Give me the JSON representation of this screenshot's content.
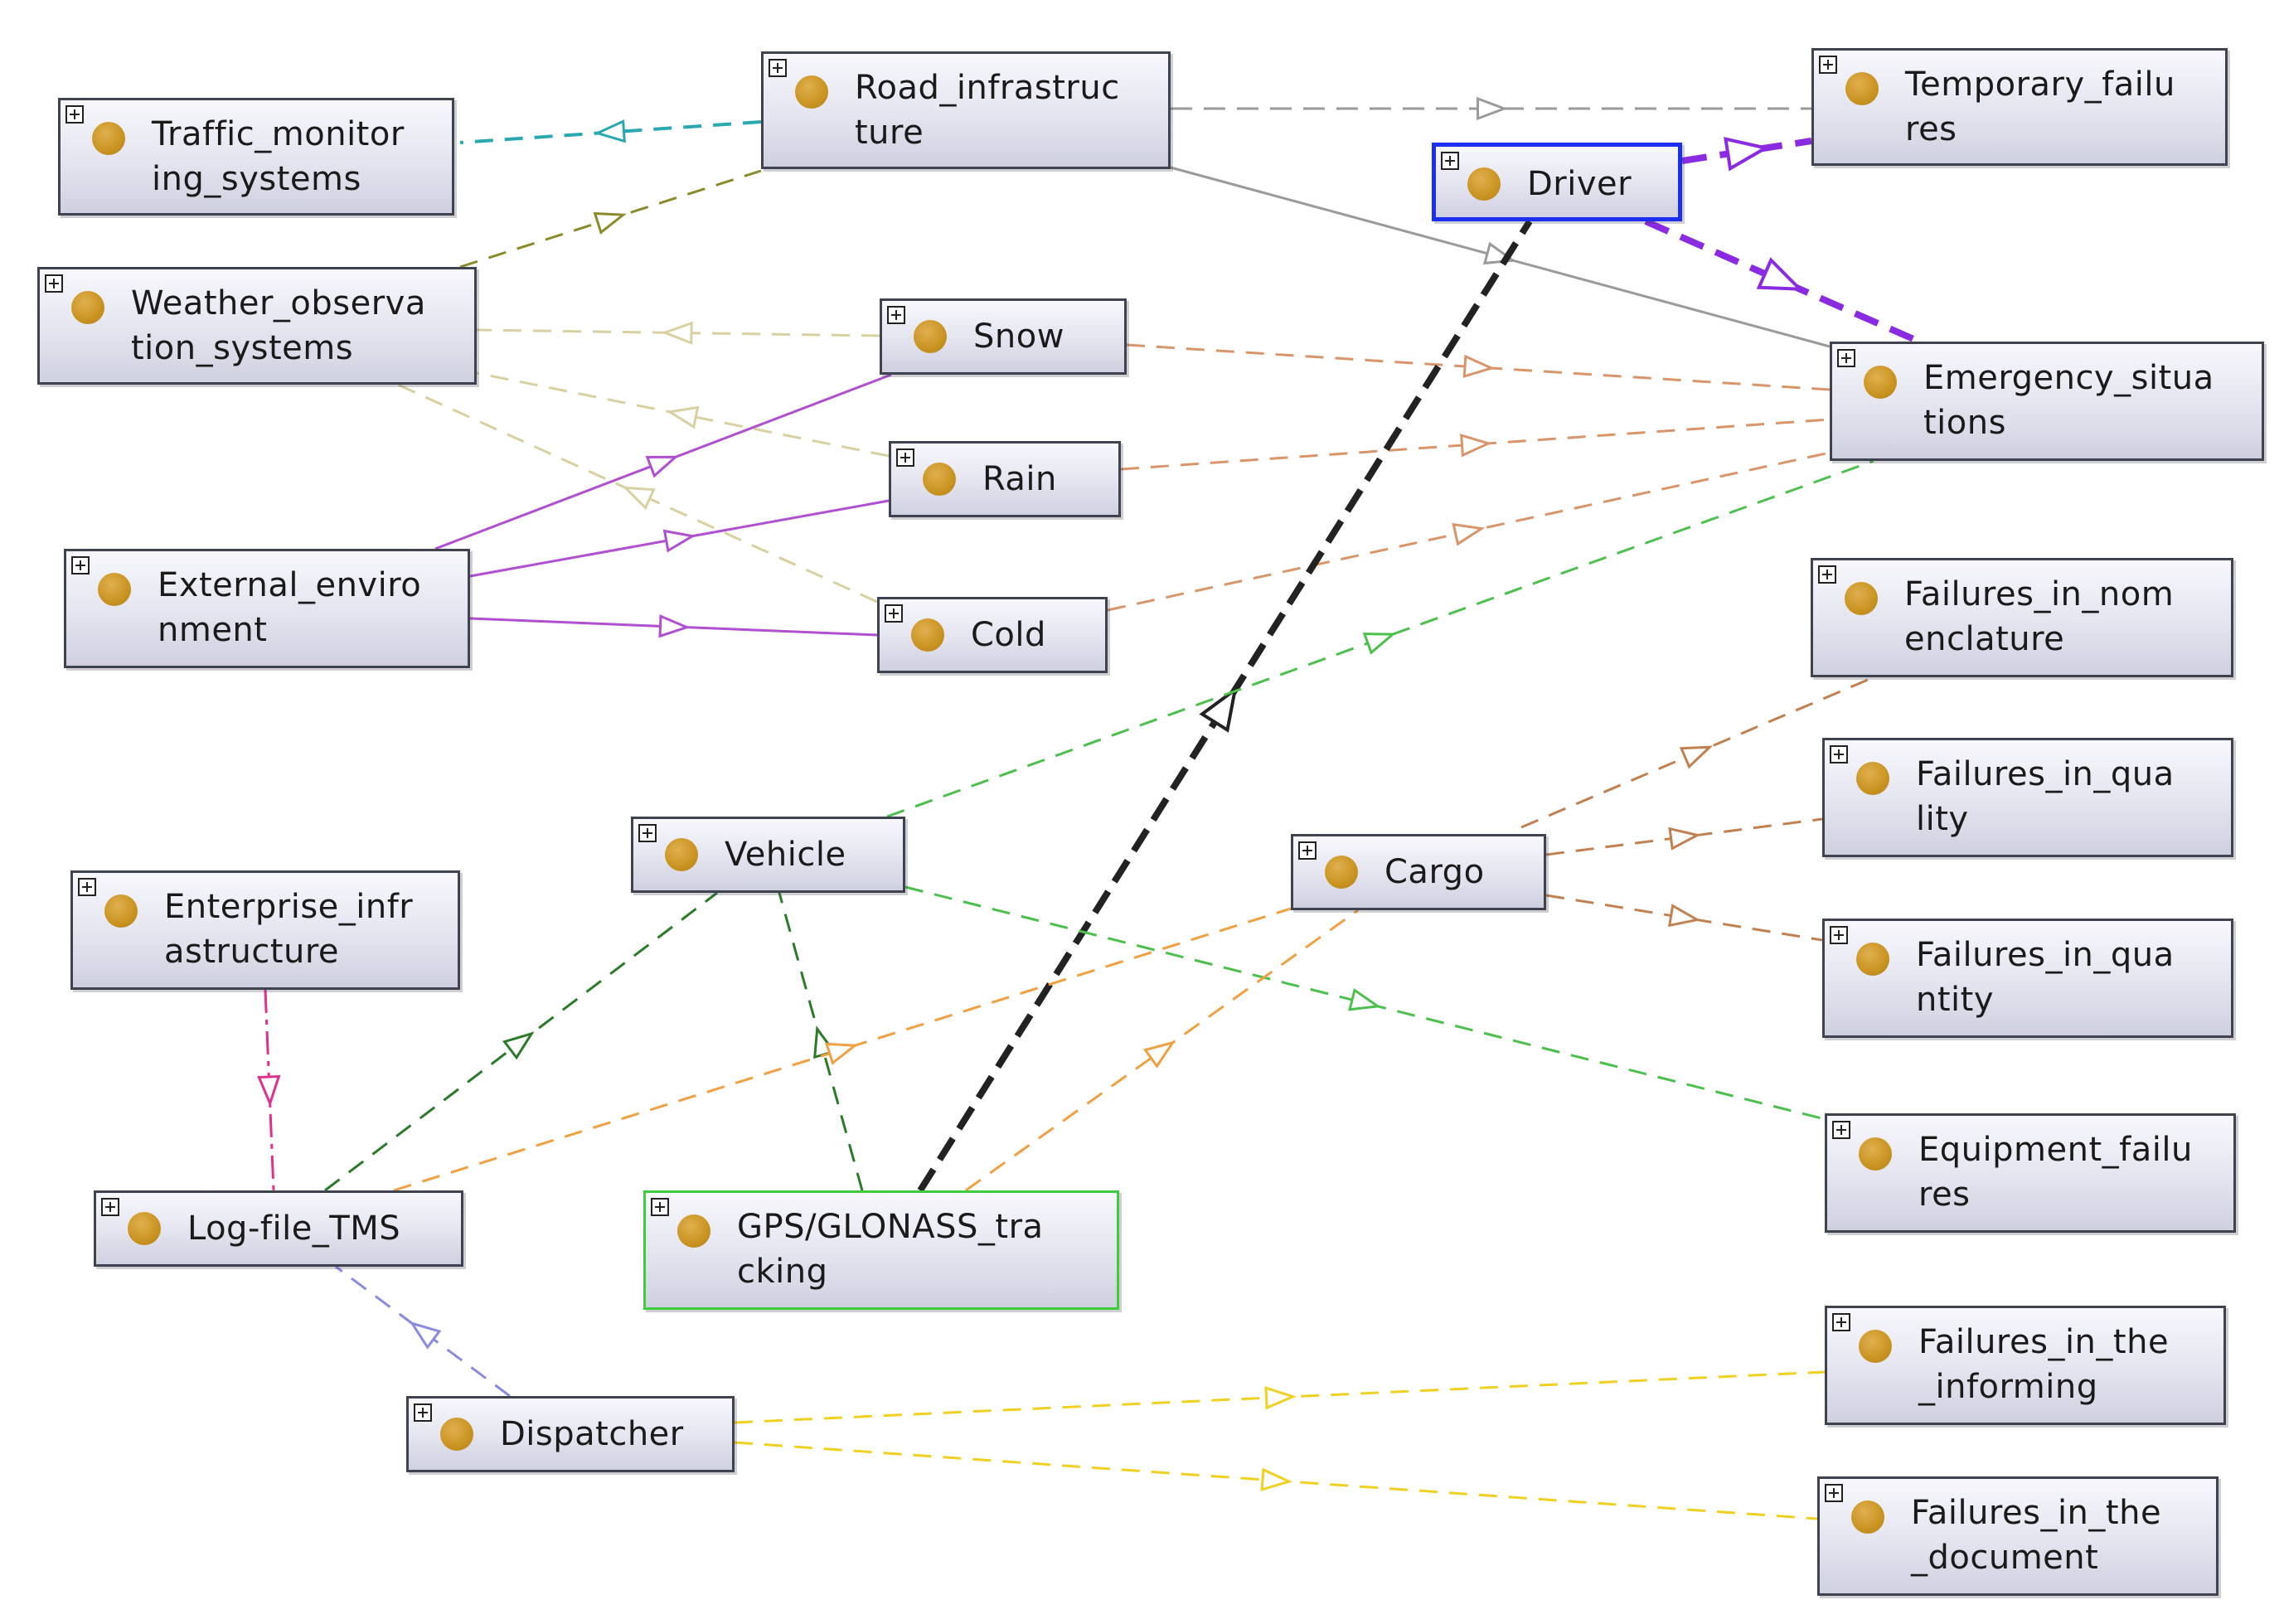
{
  "diagram": {
    "nodes": [
      {
        "id": "traffic_monitoring_systems",
        "lines": [
          "Traffic_monitor",
          "ing_systems"
        ]
      },
      {
        "id": "road_infrastructure",
        "lines": [
          "Road_infrastruc",
          "ture"
        ]
      },
      {
        "id": "temporary_failures",
        "lines": [
          "Temporary_failu",
          "res"
        ]
      },
      {
        "id": "driver",
        "lines": [
          "Driver"
        ]
      },
      {
        "id": "weather_observation_systems",
        "lines": [
          "Weather_observa",
          "tion_systems"
        ]
      },
      {
        "id": "snow",
        "lines": [
          "Snow"
        ]
      },
      {
        "id": "emergency_situations",
        "lines": [
          "Emergency_situa",
          "tions"
        ]
      },
      {
        "id": "rain",
        "lines": [
          "Rain"
        ]
      },
      {
        "id": "external_environment",
        "lines": [
          "External_enviro",
          "nment"
        ]
      },
      {
        "id": "cold",
        "lines": [
          "Cold"
        ]
      },
      {
        "id": "failures_in_nomenclature",
        "lines": [
          "Failures_in_nom",
          "enclature"
        ]
      },
      {
        "id": "failures_in_quality",
        "lines": [
          "Failures_in_qua",
          "lity"
        ]
      },
      {
        "id": "vehicle",
        "lines": [
          "Vehicle"
        ]
      },
      {
        "id": "cargo",
        "lines": [
          "Cargo"
        ]
      },
      {
        "id": "enterprise_infrastructure",
        "lines": [
          "Enterprise_infr",
          "astructure"
        ]
      },
      {
        "id": "failures_in_quantity",
        "lines": [
          "Failures_in_qua",
          "ntity"
        ]
      },
      {
        "id": "equipment_failures",
        "lines": [
          "Equipment_failu",
          "res"
        ]
      },
      {
        "id": "log_file_tms",
        "lines": [
          "Log-file_TMS"
        ]
      },
      {
        "id": "gps_glonass_tracking",
        "lines": [
          "GPS/GLONASS_tra",
          "cking"
        ]
      },
      {
        "id": "failures_in_the_informing",
        "lines": [
          "Failures_in_the",
          "_informing"
        ]
      },
      {
        "id": "dispatcher",
        "lines": [
          "Dispatcher"
        ]
      },
      {
        "id": "failures_in_the_document",
        "lines": [
          "Failures_in_the",
          "_document"
        ]
      }
    ],
    "edges": [
      {
        "from": "road_infrastructure",
        "to": "traffic_monitoring_systems",
        "color": "#2aa8b0"
      },
      {
        "from": "road_infrastructure",
        "to": "temporary_failures",
        "color": "#9a9a9a"
      },
      {
        "from": "road_infrastructure",
        "to": "emergency_situations",
        "color": "#9a9a9a"
      },
      {
        "from": "weather_observation_systems",
        "to": "road_infrastructure",
        "color": "#8a8a2a"
      },
      {
        "from": "snow",
        "to": "weather_observation_systems",
        "color": "#d8d0a0"
      },
      {
        "from": "rain",
        "to": "weather_observation_systems",
        "color": "#d8d0a0"
      },
      {
        "from": "cold",
        "to": "weather_observation_systems",
        "color": "#d8d0a0"
      },
      {
        "from": "external_environment",
        "to": "snow",
        "color": "#b050d0"
      },
      {
        "from": "external_environment",
        "to": "rain",
        "color": "#b050d0"
      },
      {
        "from": "external_environment",
        "to": "cold",
        "color": "#b050d0"
      },
      {
        "from": "snow",
        "to": "emergency_situations",
        "color": "#d9956a"
      },
      {
        "from": "rain",
        "to": "emergency_situations",
        "color": "#d9956a"
      },
      {
        "from": "cold",
        "to": "emergency_situations",
        "color": "#d9956a"
      },
      {
        "from": "driver",
        "to": "temporary_failures",
        "color": "#8a2be2"
      },
      {
        "from": "driver",
        "to": "emergency_situations",
        "color": "#8a2be2"
      },
      {
        "from": "gps_glonass_tracking",
        "to": "driver",
        "color": "#222222"
      },
      {
        "from": "vehicle",
        "to": "emergency_situations",
        "color": "#4cc04c"
      },
      {
        "from": "vehicle",
        "to": "equipment_failures",
        "color": "#4cc04c"
      },
      {
        "from": "cargo",
        "to": "failures_in_nomenclature",
        "color": "#c08050"
      },
      {
        "from": "cargo",
        "to": "failures_in_quality",
        "color": "#c08050"
      },
      {
        "from": "cargo",
        "to": "failures_in_quantity",
        "color": "#c08050"
      },
      {
        "from": "log_file_tms",
        "to": "vehicle",
        "color": "#2a7a2a"
      },
      {
        "from": "gps_glonass_tracking",
        "to": "vehicle",
        "color": "#2a7a2a"
      },
      {
        "from": "log_file_tms",
        "to": "cargo",
        "color": "#f0a040"
      },
      {
        "from": "gps_glonass_tracking",
        "to": "cargo",
        "color": "#f0a040"
      },
      {
        "from": "enterprise_infrastructure",
        "to": "log_file_tms",
        "color": "#e0308a"
      },
      {
        "from": "dispatcher",
        "to": "log_file_tms",
        "color": "#8a8ae0"
      },
      {
        "from": "dispatcher",
        "to": "failures_in_the_informing",
        "color": "#f0d020"
      },
      {
        "from": "dispatcher",
        "to": "failures_in_the_document",
        "color": "#f0d020"
      }
    ]
  }
}
